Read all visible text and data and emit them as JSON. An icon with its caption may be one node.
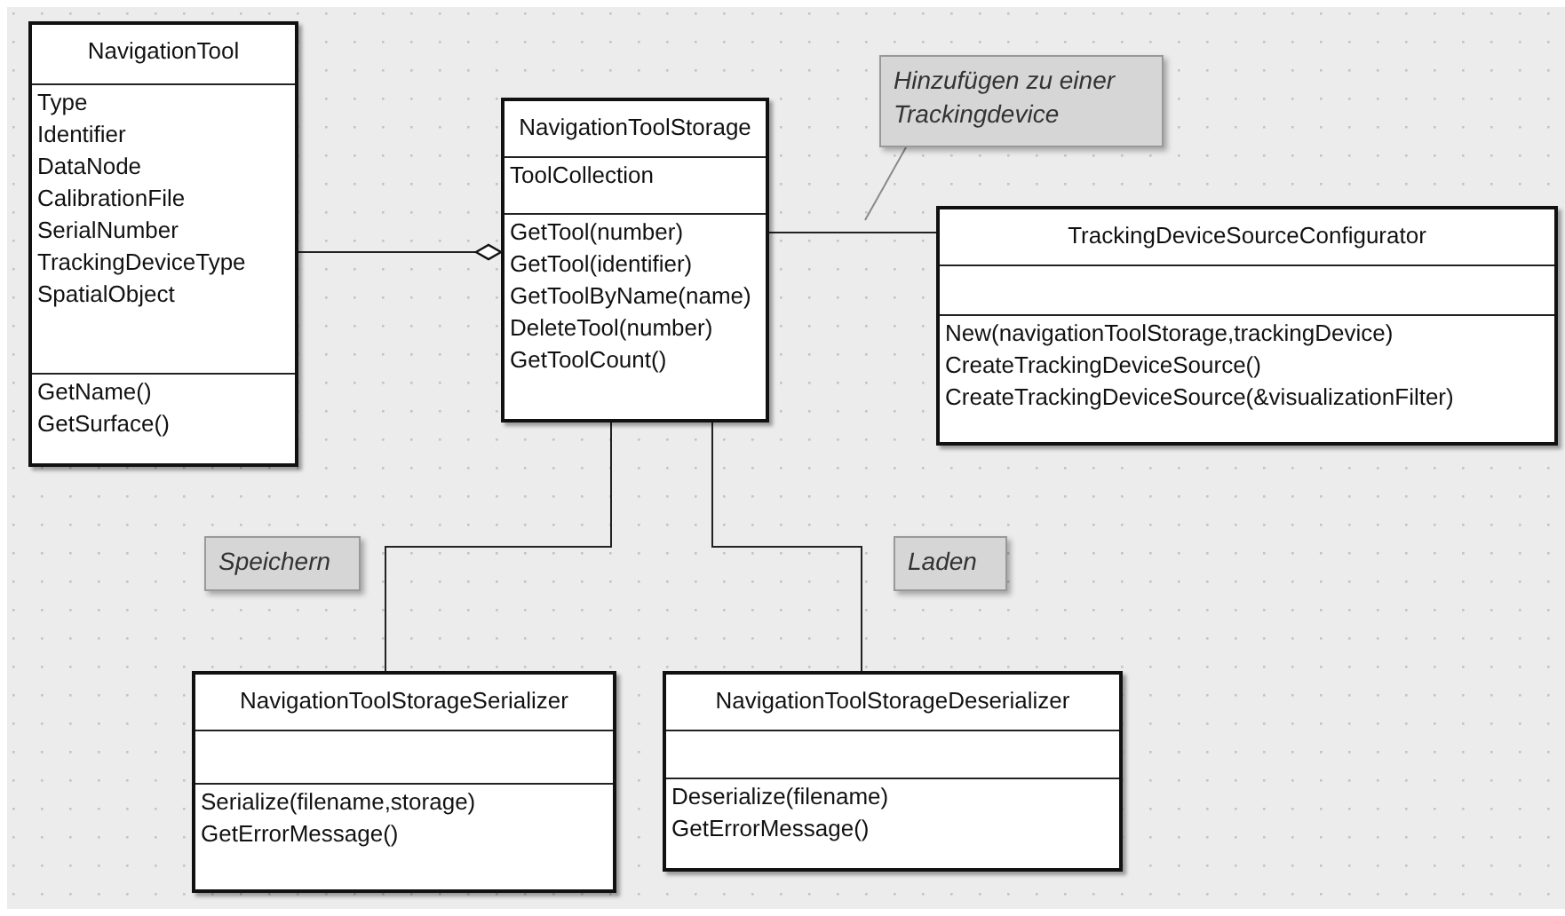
{
  "diagram": {
    "nodes": [
      {
        "text": [
          "NavigationTool",
          "Type",
          "Identifier",
          "DataNode",
          "CalibrationFile",
          "SerialNumber",
          "TrackingDeviceType",
          "SpatialObject",
          "GetName()",
          "GetSurface()"
        ]
      },
      {
        "text": [
          "NavigationToolStorage",
          "ToolCollection",
          "GetTool(number)",
          "GetTool(identifier)",
          "GetToolByName(name)",
          "DeleteTool(number)",
          "GetToolCount()"
        ]
      },
      {
        "text": [
          "Hinzufügen zu einer Trackingdevice"
        ]
      },
      {
        "text": [
          "TrackingDeviceSourceConfigurator",
          "New(navigationToolStorage,trackingDevice)",
          "CreateTrackingDeviceSource()",
          "CreateTrackingDeviceSource(&visualizationFilter)"
        ]
      },
      {
        "text": [
          "Speichern"
        ]
      },
      {
        "text": [
          "Laden"
        ]
      },
      {
        "text": [
          "NavigationToolStorageSerializer",
          "Serialize(filename,storage)",
          "GetErrorMessage()"
        ]
      },
      {
        "text": [
          "NavigationToolStorageDeserializer",
          "Deserialize(filename)",
          "GetErrorMessage()"
        ]
      }
    ],
    "edges": [
      {
        "from": 0,
        "to": 1,
        "arrow": "other"
      },
      {
        "from": 1,
        "to": 3,
        "arrow": "none"
      },
      {
        "from": 2,
        "to": null,
        "arrow": "none",
        "color": "#888888"
      },
      {
        "from": 1,
        "to": 6,
        "arrow": "none"
      },
      {
        "from": 1,
        "to": 7,
        "arrow": "none"
      }
    ]
  }
}
